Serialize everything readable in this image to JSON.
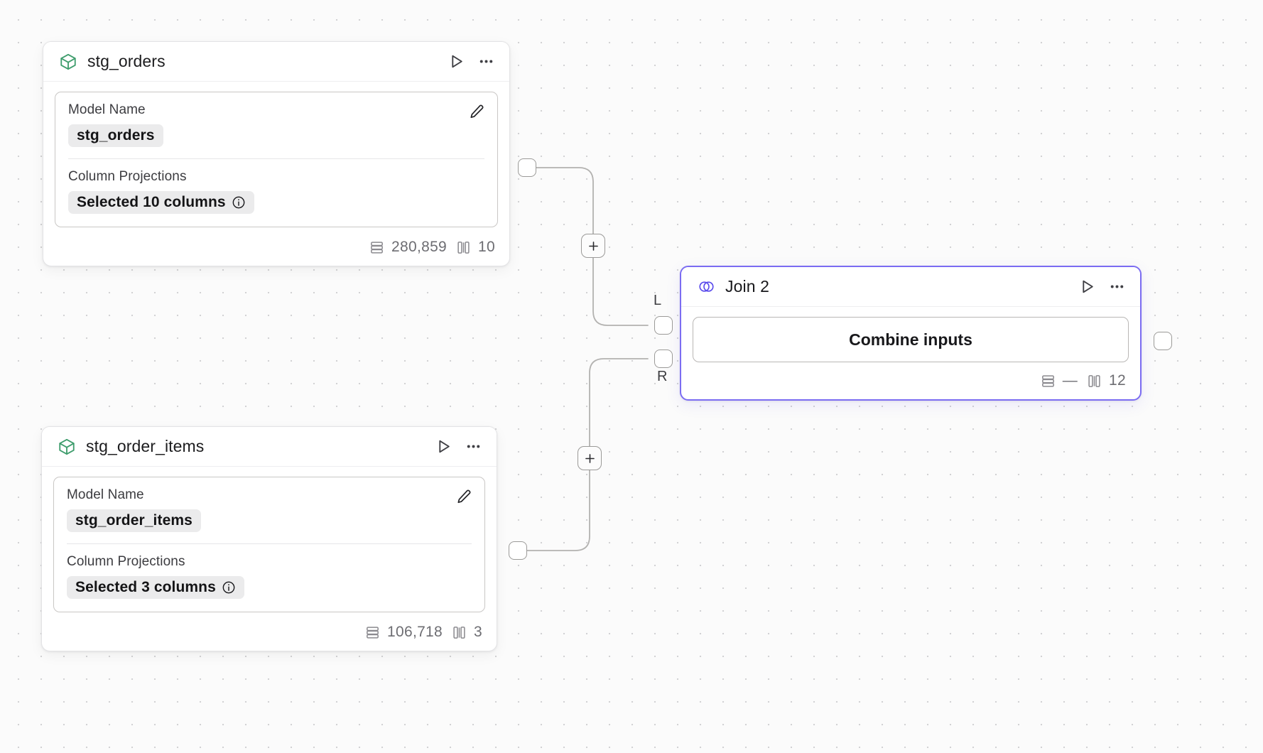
{
  "canvas": {
    "background_color": "#fbfbfb",
    "grid_dot_color": "#d2d2d4"
  },
  "colors": {
    "model_icon_green": "#3f9d6d",
    "join_accent_purple": "#7b6cf2",
    "chip_background": "#ebebec",
    "port_stroke": "#9b9a98",
    "edge_stroke": "#b3b2b0"
  },
  "nodes": [
    {
      "id": "stg_orders",
      "type": "model",
      "icon": "cube-icon",
      "title": "stg_orders",
      "run_label": "Run",
      "menu_label": "More options",
      "fields": [
        {
          "label": "Model Name",
          "value": "stg_orders",
          "has_info": false
        },
        {
          "label": "Column Projections",
          "value": "Selected 10 columns",
          "has_info": true
        }
      ],
      "edit_label": "Edit",
      "footer": {
        "rows_icon": "rows-icon",
        "rows": "280,859",
        "columns_icon": "columns-icon",
        "columns": "10"
      }
    },
    {
      "id": "stg_order_items",
      "type": "model",
      "icon": "cube-icon",
      "title": "stg_order_items",
      "run_label": "Run",
      "menu_label": "More options",
      "fields": [
        {
          "label": "Model Name",
          "value": "stg_order_items",
          "has_info": false
        },
        {
          "label": "Column Projections",
          "value": "Selected 3 columns",
          "has_info": true
        }
      ],
      "edit_label": "Edit",
      "footer": {
        "rows_icon": "rows-icon",
        "rows": "106,718",
        "columns_icon": "columns-icon",
        "columns": "3"
      }
    },
    {
      "id": "join_2",
      "type": "join",
      "icon": "venn-icon",
      "title": "Join 2",
      "run_label": "Run",
      "menu_label": "More options",
      "selected": true,
      "action_button": "Combine inputs",
      "input_ports": [
        {
          "key": "L",
          "label": "L"
        },
        {
          "key": "R",
          "label": "R"
        }
      ],
      "footer": {
        "rows_icon": "rows-icon",
        "rows": "—",
        "columns_icon": "columns-icon",
        "columns": "12"
      }
    }
  ],
  "edges": [
    {
      "from": "stg_orders",
      "to": "join_2",
      "to_port": "L",
      "add_button_label": "+"
    },
    {
      "from": "stg_order_items",
      "to": "join_2",
      "to_port": "R",
      "add_button_label": "+"
    }
  ]
}
